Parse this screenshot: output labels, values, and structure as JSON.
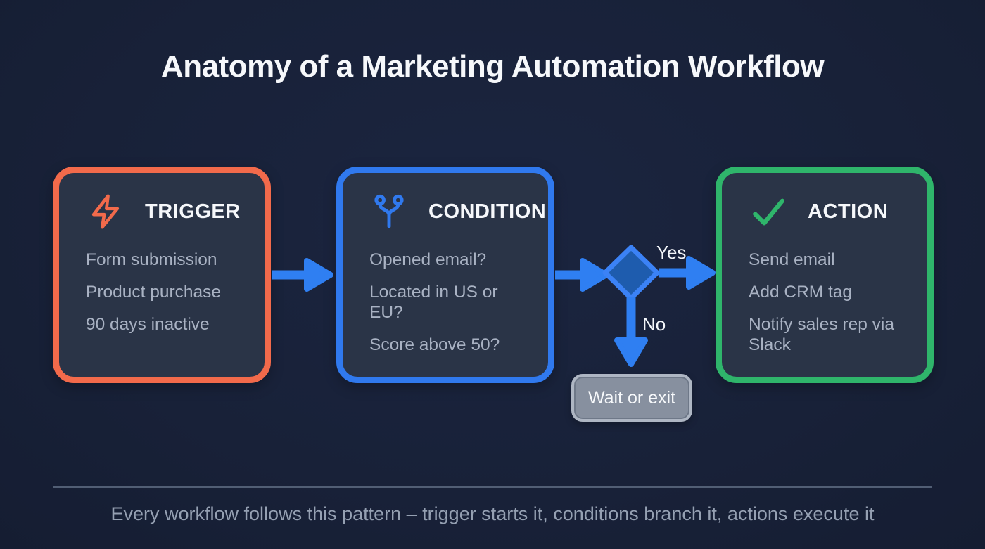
{
  "title": "Anatomy of a Marketing Automation Workflow",
  "nodes": {
    "trigger": {
      "label": "TRIGGER",
      "icon": "lightning-bolt-icon",
      "accent_color": "#F26A4B",
      "items": [
        "Form submission",
        "Product purchase",
        "90 days inactive"
      ]
    },
    "condition": {
      "label": "CONDITION",
      "icon": "branch-icon",
      "accent_color": "#3079EE",
      "items": [
        "Opened email?",
        "Located in US or EU?",
        "Score above 50?"
      ]
    },
    "action": {
      "label": "ACTION",
      "icon": "checkmark-icon",
      "accent_color": "#2FB56B",
      "items": [
        "Send email",
        "Add CRM tag",
        "Notify sales rep via Slack"
      ]
    }
  },
  "decision": {
    "yes_label": "Yes",
    "no_label": "No",
    "fallback_label": "Wait or exit"
  },
  "footer": {
    "caption": "Every workflow follows this pattern – trigger starts it, conditions branch it, actions execute it"
  },
  "colors": {
    "background": "#182138",
    "card_background": "#2A3447",
    "trigger_accent": "#F26A4B",
    "condition_accent": "#3079EE",
    "action_accent": "#2FB56B",
    "connector_blue": "#2F7FF2",
    "diamond_fill": "#1E5CAE",
    "diamond_border": "#3B82F6",
    "wait_border": "#AEB6C3",
    "wait_fill": "#87909F",
    "text_primary": "#F6F8FB",
    "text_secondary": "#A9B2C3",
    "footer_text": "#95A0B2"
  }
}
